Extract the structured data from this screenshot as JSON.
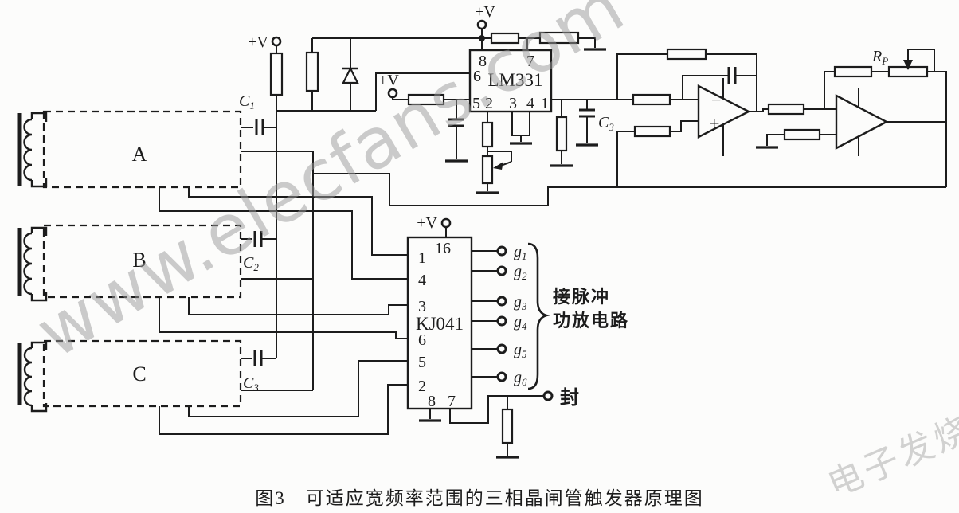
{
  "caption": "图3　可适应宽频率范围的三相晶闸管触发器原理图",
  "watermark": {
    "site": "www.elecfans.com",
    "brand": "电子发烧友"
  },
  "power_label": "+V",
  "phase_blocks": {
    "a": "A",
    "b": "B",
    "c": "C"
  },
  "chips": {
    "fv_converter": "LM331",
    "trigger": "KJ041"
  },
  "lm331": {
    "pin8": "8",
    "pin7": "7",
    "pin6": "6",
    "pin5": "5",
    "pin2": "2",
    "pin3": "3",
    "pin4": "4",
    "pin1": "1"
  },
  "kj041": {
    "pin16": "16",
    "left_pins": [
      "1",
      "4",
      "3",
      "6",
      "5",
      "2"
    ],
    "bottom_pins": [
      "8",
      "7"
    ]
  },
  "capacitors": {
    "c1": {
      "base": "C",
      "sub": "1"
    },
    "c2": {
      "base": "C",
      "sub": "2"
    },
    "c3_phase": {
      "base": "C",
      "sub": "3"
    },
    "c3_filter": {
      "base": "C",
      "sub": "3"
    }
  },
  "potentiometer": {
    "base": "R",
    "sub": "P"
  },
  "gates": [
    {
      "base": "g",
      "sub": "1"
    },
    {
      "base": "g",
      "sub": "2"
    },
    {
      "base": "g",
      "sub": "3"
    },
    {
      "base": "g",
      "sub": "4"
    },
    {
      "base": "g",
      "sub": "5"
    },
    {
      "base": "g",
      "sub": "6"
    }
  ],
  "opamp": {
    "minus": "−",
    "plus": "+"
  },
  "annotations": {
    "pulse_note_line1": "接脉冲",
    "pulse_note_line2": "功放电路",
    "block_terminal": "封"
  },
  "colors": {
    "line": "#1c1c1c",
    "background": "#fcfcfb",
    "watermark_gray": "#9a9a9a"
  }
}
